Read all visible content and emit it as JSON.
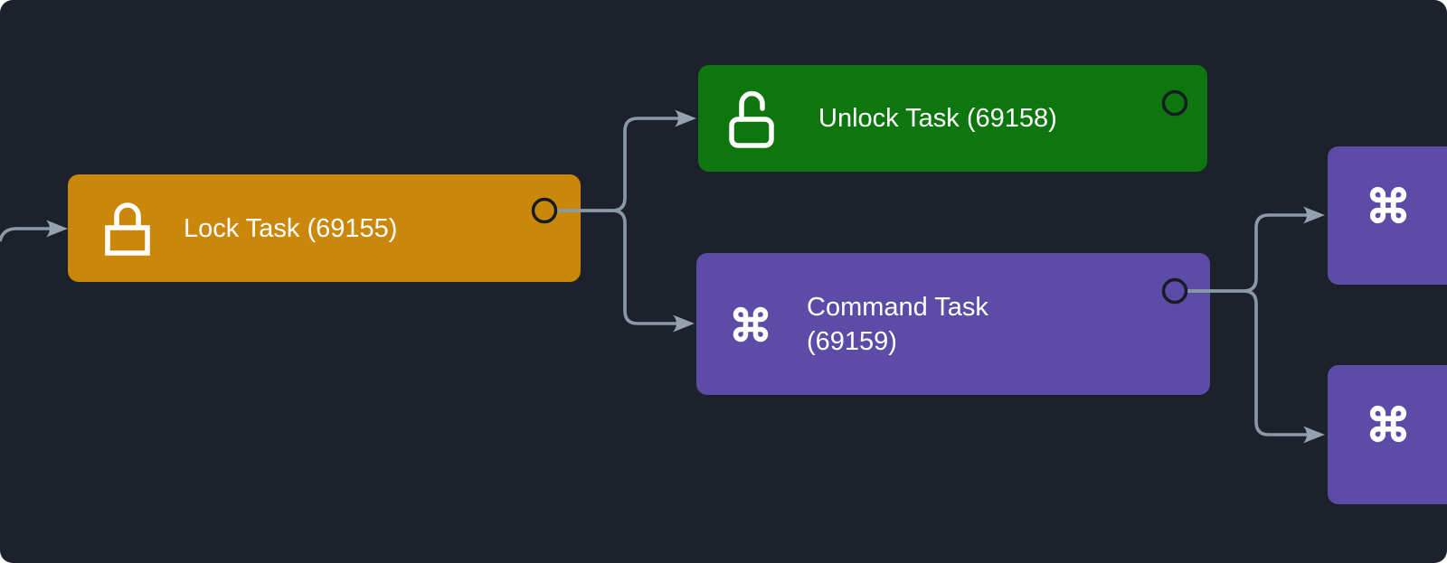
{
  "canvas": {
    "background_color": "#1c212b",
    "edge_color": "#8b99a5",
    "arrow_color": "#95a2ae",
    "port_outline_color": "#161b24",
    "text_color": "#ffffff",
    "node_colors": {
      "lock": "#cb8709",
      "unlock": "#0e760e",
      "command": "#5c4ba7"
    }
  },
  "nodes": [
    {
      "id": "lock-task",
      "label": "Lock Task (69155)",
      "task_id": "69155",
      "icon": "lock-icon",
      "color": "#cb8709"
    },
    {
      "id": "unlock-task",
      "label": "Unlock Task (69158)",
      "task_id": "69158",
      "icon": "unlock-icon",
      "color": "#0e760e"
    },
    {
      "id": "command-task",
      "label": "Command Task (69159)",
      "label_line1": "Command Task",
      "label_line2": "(69159)",
      "task_id": "69159",
      "icon": "command-icon",
      "color": "#5c4ba7"
    },
    {
      "id": "command-task-right-top",
      "icon": "command-icon",
      "color": "#5c4ba7"
    },
    {
      "id": "command-task-right-bottom",
      "icon": "command-icon",
      "color": "#5c4ba7"
    }
  ],
  "edges": [
    {
      "from": "offscreen-left",
      "to": "lock-task"
    },
    {
      "from": "lock-task",
      "to": "unlock-task"
    },
    {
      "from": "lock-task",
      "to": "command-task"
    },
    {
      "from": "command-task",
      "to": "command-task-right-top"
    },
    {
      "from": "command-task",
      "to": "command-task-right-bottom"
    }
  ],
  "ports": [
    {
      "node": "lock-task",
      "side": "right",
      "color": "#cb8709"
    },
    {
      "node": "unlock-task",
      "side": "right",
      "color": "#0e760e"
    },
    {
      "node": "command-task",
      "side": "right",
      "color": "#5c4ba7"
    }
  ]
}
